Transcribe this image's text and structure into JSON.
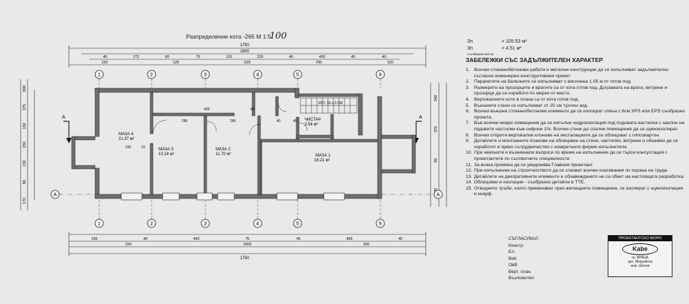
{
  "plan": {
    "title": "Разпределение кота -265 М 1:5",
    "scale_handwritten": "100",
    "dims_top_total": "1750",
    "dims_top_mid": "1600",
    "dims_top_row1": [
      "40",
      "272",
      "60",
      "75",
      "115",
      "220",
      "40",
      "400",
      "45",
      "40"
    ],
    "dims_top_row2": [
      "150",
      "125",
      "525",
      "700",
      "120"
    ],
    "dims_bottom_row1": [
      "150",
      "40",
      "442",
      "75",
      "45",
      "485",
      "40"
    ],
    "dims_bottom_row2": [
      "150",
      "1600",
      "150"
    ],
    "dims_bottom_total": "1750",
    "left_dims": [
      "800",
      "375",
      "150",
      "250",
      "150",
      "80",
      "170"
    ],
    "right_dims": [
      "340",
      "375",
      "80",
      "120"
    ],
    "axes": [
      "1",
      "2",
      "3",
      "4",
      "5",
      "6"
    ],
    "axis_rows": [
      "А",
      "А"
    ],
    "section_mark": "А",
    "inner_dims": [
      "428",
      "296",
      "296",
      "40",
      "40",
      "40",
      "155",
      "15"
    ],
    "stair_label": "ИСТ. 18 x 3 CM",
    "rooms": [
      {
        "name": "МАЗА 4",
        "area": "21.37 м²"
      },
      {
        "name": "МАЗА 3",
        "area": "10.14 м²"
      },
      {
        "name": "МАЗА 2",
        "area": "11.70 м²"
      },
      {
        "name": "МАЗА 1",
        "area": "18.21 м²"
      },
      {
        "name": "ЧИСТАЧ",
        "area": "2.54 м²"
      }
    ]
  },
  "areas": [
    {
      "label": "Зп",
      "sub": "",
      "value": "= 105.53 м²"
    },
    {
      "label": "Зп",
      "sub": "стълбищна клетка",
      "value": "= 4.51 м²"
    }
  ],
  "notes_title": "ЗАБЕЛЕЖКИ СЪС ЗАДЪЛЖИТЕЛЕН ХАРАКТЕР",
  "notes": [
    {
      "n": "1.",
      "text": "Всички стоманобетонови работи и метални  конструкции да се изпълняват задължително съгласно инженерно-конструктивния  проект."
    },
    {
      "n": "2.",
      "text": "Парапетите на балконите се изпълняват с височина 1.05 м от готов под."
    },
    {
      "n": "3.",
      "text": "Размерите на прозорците и вратите са от кота готов под. Дограмата на врати, витрини и прозорци да се изработи по мерки от място."
    },
    {
      "n": "4.",
      "text": "Вертикалните коти в плана са от кота готов под."
    },
    {
      "n": "5.",
      "text": "Външните стени се изпълняват от 25 см тухлен зид."
    },
    {
      "n": "6.",
      "text": "Всички външни стоманобетонови елементи да се изолират отвън с 6см XPS или EPS съобразно проекта."
    },
    {
      "n": "7.",
      "text": "Във всички мокри помещения да се изпълни хидроизолация под подовата настилка с наклон на подовите настилки към сифони 1%. Всички стени до спални помещения да се шумоизолират."
    },
    {
      "n": "8.",
      "text": "Всички открити вертикални клонове на инсталациите да се облицоват с гипсокартон."
    },
    {
      "n": "9.",
      "text": "Детайлите и монтажните планове на облицовки на стени, настилки, витрини и обшивки да се изработят в пряко сътрудничество с конкретните фирми изпълнители."
    },
    {
      "n": "10.",
      "text": "При неясноти и възникнали въпроси по време на изпълнение да се търси консултация с проектантите по съответните специалности."
    },
    {
      "n": "11.",
      "text": "За всяка промяна да се уведомява Главния  проектант."
    },
    {
      "n": "12.",
      "text": "При изпълнение на строителството да се спазват всички изисквания по охрана на труда."
    },
    {
      "n": "13.",
      "text": "Детайлите на декоративните елементи и обзавеждането не са обект на настоящата  разработка."
    },
    {
      "n": "14.",
      "text": "Облицовки и изолации - съобразно детайли в ТТЕ."
    },
    {
      "n": "15.",
      "text": "Отводните тръби, които преминават през жилищните помещения, се изолират с шумоизолация и кнауф."
    }
  ],
  "approval": {
    "title": "СЪГЛАСУВАЛ:",
    "items": [
      "Констр.",
      "Ел.",
      "ВиК",
      "ОвВ",
      "Верт. план.",
      "Възложител:"
    ]
  },
  "stamp": {
    "header": "ПРОЕКТАНТСКО БЮРО",
    "logo": "Kabe",
    "city": "гр. ВРАЦА",
    "arch": "арх. Меруайска",
    "name": "инж. Шонев"
  },
  "colors": {
    "paper": "#e9e9e9",
    "ink": "#1a1a1a",
    "wall": "#6e6e6e"
  }
}
